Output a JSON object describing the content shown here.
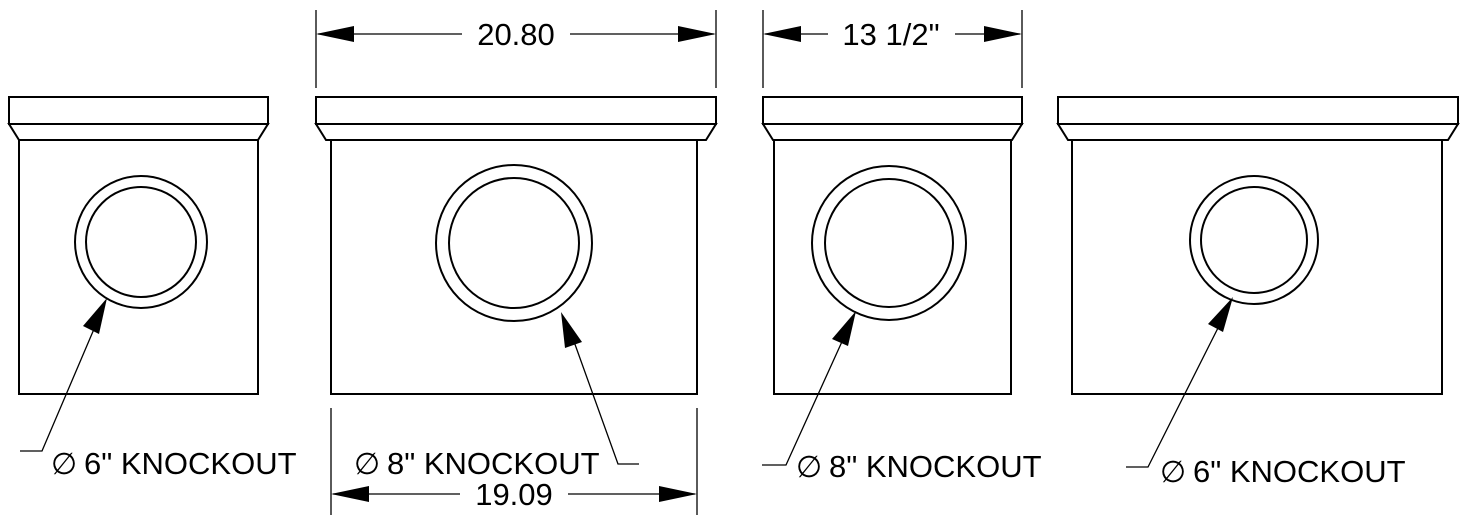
{
  "dimensions": {
    "top_width": "20.80",
    "bottom_width": "19.09",
    "side_width": "13 1/2\""
  },
  "symbol": "∅",
  "callouts": [
    {
      "size": "6\" KNOCKOUT"
    },
    {
      "size": "8\" KNOCKOUT"
    },
    {
      "size": "8\" KNOCKOUT"
    },
    {
      "size": "6\" KNOCKOUT"
    }
  ]
}
